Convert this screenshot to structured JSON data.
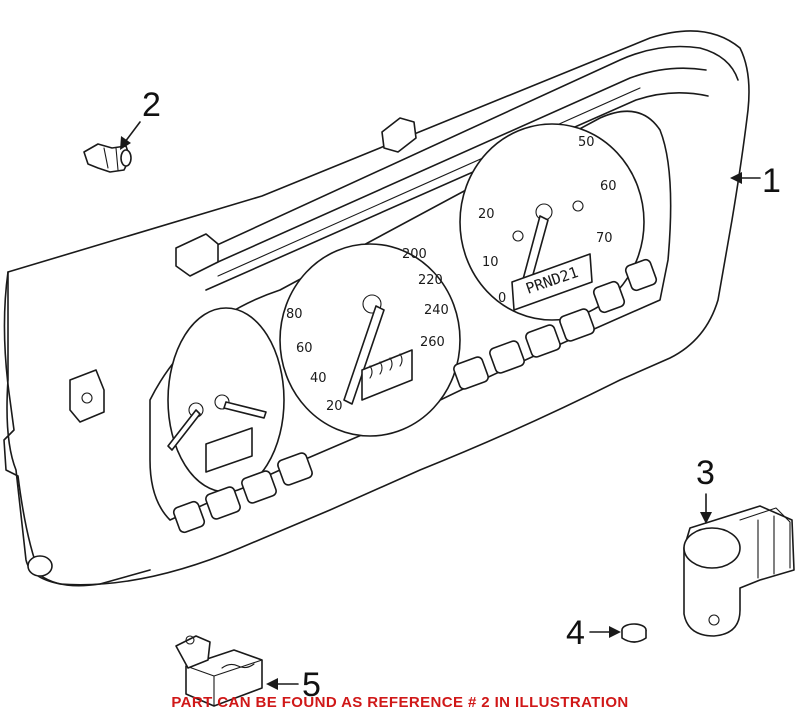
{
  "diagram": {
    "callouts": [
      "1",
      "2",
      "3",
      "4",
      "5"
    ],
    "speedometer_ticks": [
      "0",
      "10",
      "20",
      "50",
      "60",
      "70"
    ],
    "tachometer_ticks": [
      "80",
      "60",
      "40",
      "20",
      "200",
      "220",
      "240",
      "260"
    ],
    "gear_display": "PRND21",
    "footer_note": "PART CAN BE FOUND AS REFERENCE # 2 IN ILLUSTRATION",
    "colors": {
      "line": "#1a1a1a",
      "footer": "#d01818",
      "background": "#ffffff"
    }
  }
}
